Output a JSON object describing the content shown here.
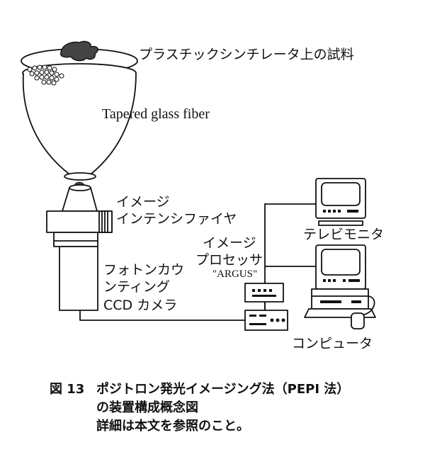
{
  "labels": {
    "specimen": "プラスチックシンチレータ上の試料",
    "fiber": "Tapered glass fiber",
    "intensifier_line1": "イメージ",
    "intensifier_line2": "インテンシファイヤ",
    "monitor": "テレビモニタ",
    "processor_line1": "イメージ",
    "processor_line2": "プロセッサ",
    "processor_name": "\"ARGUS\"",
    "camera_line1": "フォトンカウ",
    "camera_line2": "ンティング",
    "camera_line3": "CCD カメラ",
    "computer": "コンピュータ"
  },
  "caption": {
    "figure_number": "図 13",
    "line1": "ポジトロン発光イメージング法（PEPI 法）",
    "line2": "の装置構成概念図",
    "line3": "詳細は本文を参照のこと。"
  },
  "colors": {
    "ink": "#111111",
    "paper": "#ffffff"
  }
}
